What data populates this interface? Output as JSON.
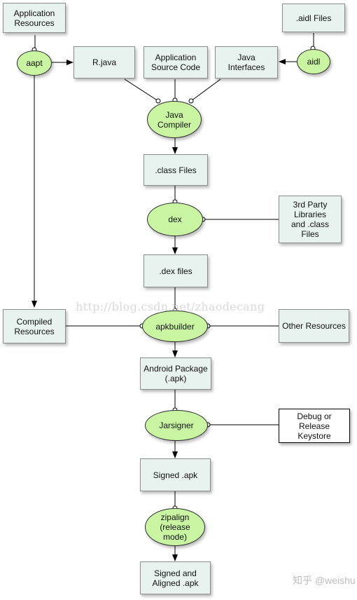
{
  "boxes": {
    "app_resources": "Application\nResources",
    "aidl_files": ".aidl Files",
    "r_java": "R.java",
    "app_source": "Application\nSource Code",
    "java_interfaces": "Java\nInterfaces",
    "class_files": ".class Files",
    "third_party": "3rd Party\nLibraries\nand .class\nFiles",
    "dex_files": ".dex files",
    "compiled_resources": "Compiled\nResources",
    "other_resources": "Other Resources",
    "android_package": "Android Package\n(.apk)",
    "debug_keystore": "Debug or\nRelease\nKeystore",
    "signed_apk": "Signed .apk",
    "signed_aligned": "Signed and\nAligned .apk"
  },
  "tools": {
    "aapt": "aapt",
    "aidl": "aidl",
    "java_compiler": "Java\nCompiler",
    "dex": "dex",
    "apkbuilder": "apkbuilder",
    "jarsigner": "Jarsigner",
    "zipalign": "zipalign\n(release\nmode)"
  },
  "watermarks": {
    "blog": "http://blog.csdn.net/zhaodecang",
    "zhihu": "知乎 @weishu"
  },
  "colors": {
    "box_fill": "#e8f2ef",
    "tool_fill": "#c9f5a3",
    "keystore_fill": "#ffffff"
  }
}
